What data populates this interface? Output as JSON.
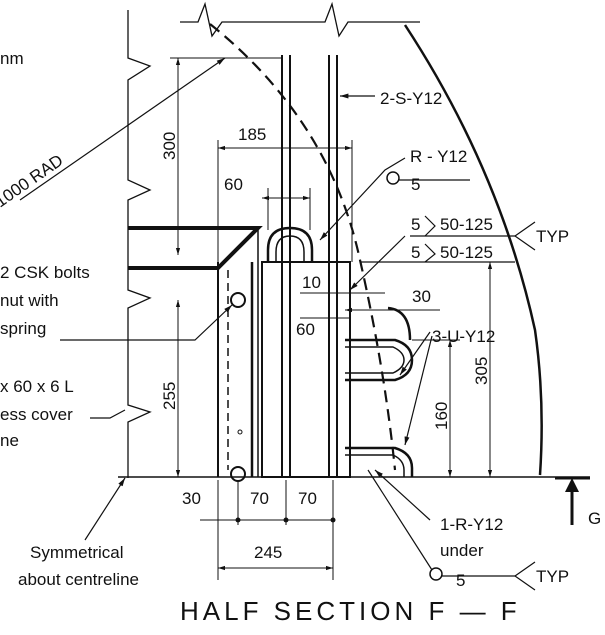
{
  "drawing": {
    "title": "HALF SECTION F — F",
    "section_marker": "G",
    "labels": {
      "top_left_partial": "nm",
      "radius": "1000 RAD",
      "bolt_line1": "2 CSK bolts",
      "bolt_line2": "nut with",
      "bolt_line3": "spring",
      "angle_line1": "x 60 x 6 L",
      "angle_line2": "ess cover",
      "angle_line3": "ne",
      "symmetry_line1": "Symmetrical",
      "symmetry_line2": "about centreline",
      "bar_2s": "2-S-Y12",
      "bar_r": "R - Y12",
      "bar_3u": "3-U-Y12",
      "bar_1r": "1-R-Y12",
      "bar_1r_under": "under",
      "weld_top1": "50-125",
      "weld_top2": "50-125",
      "weld_size1": "5",
      "weld_size2": "5",
      "weld_size3": "5",
      "weld_size4": "5",
      "typ1": "TYP",
      "typ2": "TYP"
    },
    "dimensions": {
      "d300": "300",
      "d185": "185",
      "d60_top": "60",
      "d10": "10",
      "d30_mid": "30",
      "d60_mid": "60",
      "d305": "305",
      "d160": "160",
      "d255": "255",
      "d30_bot": "30",
      "d70_a": "70",
      "d70_b": "70",
      "d245": "245"
    }
  }
}
